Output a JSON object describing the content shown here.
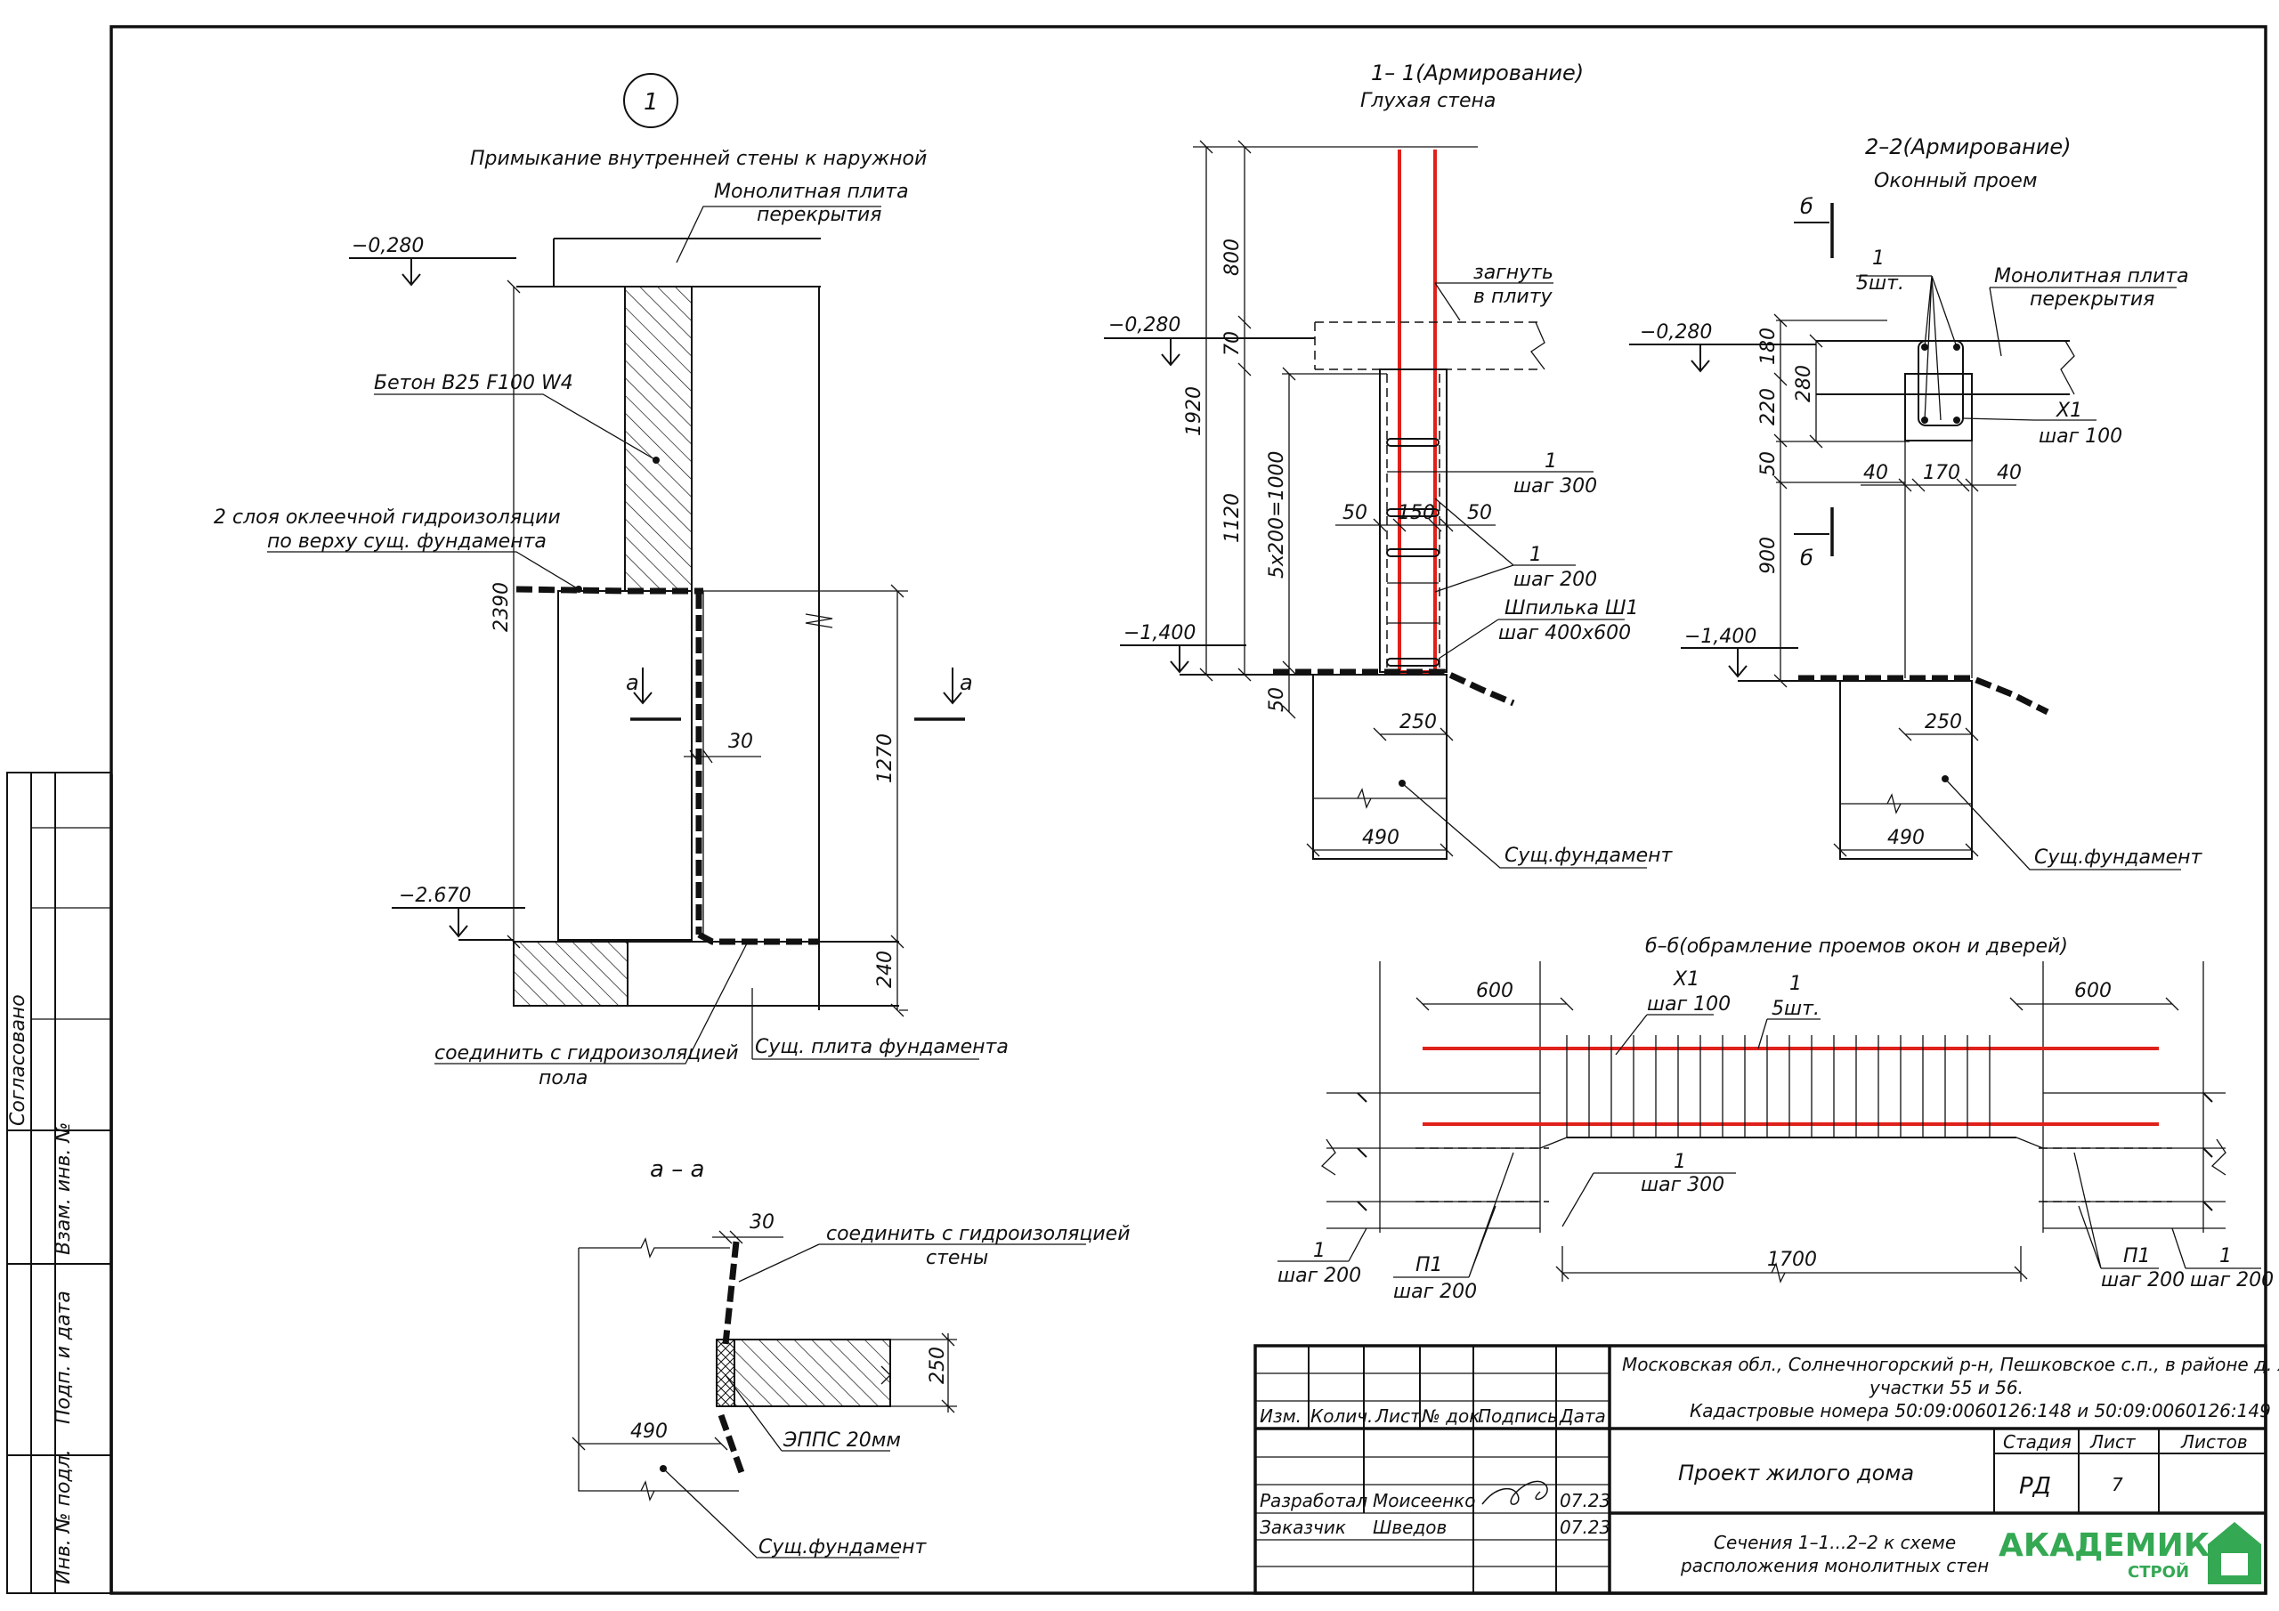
{
  "node": {
    "number": "1",
    "title": "Примыкание внутренней стены к наружной",
    "slab_label": [
      "Монолитная плита",
      "перекрытия"
    ],
    "level_top": "−0,280",
    "level_bottom": "−2.670",
    "concrete": "Бетон В25 F100 W4",
    "waterproof": [
      "2 слоя оклеечной гидроизоляции",
      "по верху сущ. фундамента"
    ],
    "dim_2390": "2390",
    "dim_1270": "1270",
    "dim_240": "240",
    "dim_30": "30",
    "cut_mark": "а",
    "connect_floor": [
      "соединить с гидроизоляцией",
      "пола"
    ],
    "exist_slab": "Сущ. плита фундамента"
  },
  "aa": {
    "title": "а – а",
    "dim_30": "30",
    "dim_250": "250",
    "dim_490": "490",
    "connect_wall": [
      "соединить с гидроизоляцией",
      "стены"
    ],
    "epps": "ЭППС 20мм",
    "foundation": "Сущ.фундамент"
  },
  "s11": {
    "title": "1– 1(Армирование)",
    "subtitle": "Глухая стена",
    "level_top": "−0,280",
    "level_bottom": "−1,400",
    "bend": [
      "загнуть",
      "в плиту"
    ],
    "dims_left": [
      "800",
      "70",
      "1920",
      "1120",
      "5x200=1000",
      "50"
    ],
    "dim_50a": "50",
    "dim_150": "150",
    "dim_50b": "50",
    "dim_250": "250",
    "dim_490": "490",
    "ref1": [
      "1",
      "шаг 300"
    ],
    "ref2": [
      "1",
      "шаг 200"
    ],
    "pin": [
      "Шпилька Ш1",
      "шаг 400х600"
    ],
    "foundation": "Сущ.фундамент"
  },
  "s22": {
    "title": "2–2(Армирование)",
    "subtitle": "Оконный проем",
    "level_top": "−0,280",
    "level_bottom": "−1,400",
    "cut_mark": "б",
    "bars": [
      "1",
      "5шт."
    ],
    "slab_label": [
      "Монолитная плита",
      "перекрытия"
    ],
    "x1": [
      "Х1",
      "шаг 100"
    ],
    "dims_left": [
      "180",
      "220",
      "280",
      "50",
      "900"
    ],
    "dims_top": [
      "40",
      "170",
      "40"
    ],
    "dim_250": "250",
    "dim_490": "490",
    "foundation": "Сущ.фундамент"
  },
  "bb": {
    "title": "б–б(обрамление проемов окон и дверей)",
    "dim_600_left": "600",
    "dim_600_right": "600",
    "x1": [
      "Х1",
      "шаг 100"
    ],
    "bars": [
      "1",
      "5шт."
    ],
    "ref_mid": [
      "1",
      "шаг 300"
    ],
    "ref_left1": [
      "1",
      "шаг 200"
    ],
    "ref_left2": [
      "П1",
      "шаг 200"
    ],
    "dim_1700": "1700",
    "ref_right1": [
      "П1",
      "шаг 200"
    ],
    "ref_right2": [
      "1",
      "шаг 200"
    ]
  },
  "side_stamp": {
    "agreed": "Согласовано",
    "inv_replace": "Взам. инв. №",
    "sign_date": "Подп. и дата",
    "inv_orig": "Инв. № подл."
  },
  "title_block": {
    "address": [
      "Московская обл., Солнечногорский р-н, Пешковское с.п., в районе д. Холмы",
      "участки 55 и 56.",
      "Кадастровые номера 50:09:0060126:148 и 50:09:0060126:149"
    ],
    "cols": [
      "Изм.",
      "Колич.",
      "Лист",
      "№ док.",
      "Подпись",
      "Дата"
    ],
    "project": "Проект жилого дома",
    "stage_h": "Стадия",
    "sheet_h": "Лист",
    "sheets_h": "Листов",
    "stage": "РД",
    "sheet": "7",
    "dev_role": "Разработал",
    "dev_name": "Моисеенко",
    "dev_date": "07.23",
    "cust_role": "Заказчик",
    "cust_name": "Шведов",
    "cust_date": "07.23",
    "drawing_title": [
      "Сечения 1–1...2–2 к схеме",
      "расположения монолитных стен"
    ],
    "logo_main": "АКАДЕМИК",
    "logo_sub": "СТРОЙ",
    "logo_color": "#34a853"
  }
}
